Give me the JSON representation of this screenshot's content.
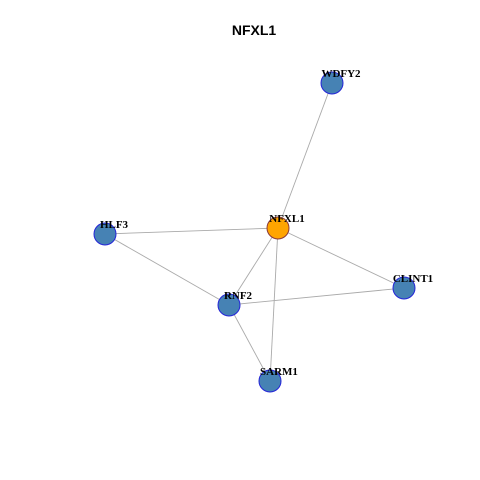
{
  "title": "NFXL1",
  "colors": {
    "hub_fill": "#FFA500",
    "hub_stroke": "#8B3A3A",
    "node_fill": "#4682B4",
    "node_stroke": "#2424D8",
    "edge": "#AAAAAA",
    "label": "#000000",
    "title": "#000000"
  },
  "nodes": [
    {
      "id": "NFXL1",
      "label": "NFXL1",
      "hub": true
    },
    {
      "id": "WDFY2",
      "label": "WDFY2",
      "hub": false
    },
    {
      "id": "HLF3",
      "label": "HLF3",
      "hub": false
    },
    {
      "id": "RNF2",
      "label": "RNF2",
      "hub": false
    },
    {
      "id": "CLINT1",
      "label": "CLINT1",
      "hub": false
    },
    {
      "id": "SARM1",
      "label": "SARM1",
      "hub": false
    }
  ],
  "edges": [
    {
      "source": "NFXL1",
      "target": "WDFY2"
    },
    {
      "source": "NFXL1",
      "target": "HLF3"
    },
    {
      "source": "NFXL1",
      "target": "RNF2"
    },
    {
      "source": "NFXL1",
      "target": "CLINT1"
    },
    {
      "source": "NFXL1",
      "target": "SARM1"
    },
    {
      "source": "HLF3",
      "target": "RNF2"
    },
    {
      "source": "RNF2",
      "target": "CLINT1"
    },
    {
      "source": "RNF2",
      "target": "SARM1"
    }
  ]
}
